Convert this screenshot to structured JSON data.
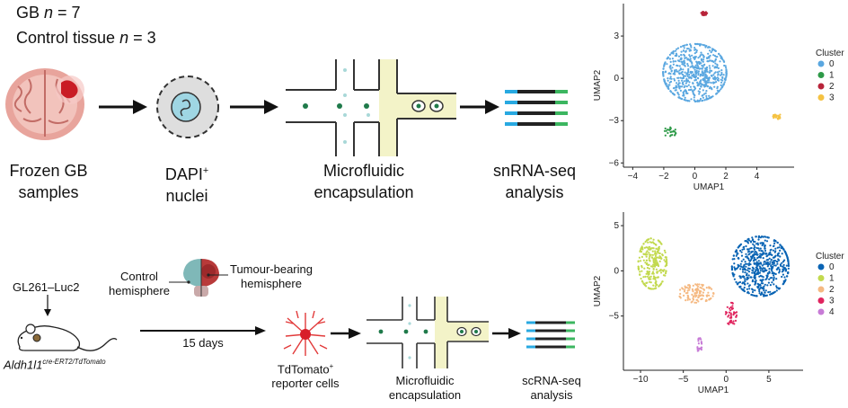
{
  "top_panel": {
    "gb_n": "GB n = 7",
    "gb_n_label": "GB ",
    "gb_n_var": "n",
    "gb_n_value": " = 7",
    "control_label": "Control tissue ",
    "control_var": "n",
    "control_value": " = 3",
    "steps": [
      {
        "label_line1": "Frozen GB",
        "label_line2": "samples"
      },
      {
        "label_line1": "DAPI",
        "label_sup": "+",
        "label_line2": "nuclei"
      },
      {
        "label_line1": "Microfluidic",
        "label_line2": "encapsulation"
      },
      {
        "label_line1": "snRNA-seq",
        "label_line2": "analysis"
      }
    ]
  },
  "bottom_panel": {
    "cell_line": "GL261–Luc2",
    "mouse_line": "Aldh1l1",
    "mouse_line_sup": "cre-ERT2/TdTomato",
    "control_hemi_1": "Control",
    "control_hemi_2": "hemisphere",
    "tumour_hemi_1": "Tumour-bearing",
    "tumour_hemi_2": "hemisphere",
    "duration": "15 days",
    "reporter_1": "TdTomato",
    "reporter_sup": "+",
    "reporter_2": "reporter cells",
    "micro_1": "Microfluidic",
    "micro_2": "encapsulation",
    "scrna_1": "scRNA-seq",
    "scrna_2": "analysis"
  },
  "chart_data": [
    {
      "type": "scatter",
      "xlabel": "UMAP1",
      "ylabel": "UMAP2",
      "xlim": [
        -4.6,
        6.4
      ],
      "ylim": [
        -6.3,
        5.3
      ],
      "xticks": [
        -4,
        -2,
        0,
        2,
        4
      ],
      "yticks": [
        3,
        0,
        -3,
        -6
      ],
      "legend_title": "Cluster",
      "legend_position": "right",
      "series": [
        {
          "name": "0",
          "color": "#5aa7e0",
          "center": [
            0.0,
            0.4
          ],
          "spread": [
            1.6,
            1.6
          ]
        },
        {
          "name": "1",
          "color": "#2e9a48",
          "center": [
            -1.6,
            -3.8
          ],
          "spread": [
            0.3,
            0.3
          ]
        },
        {
          "name": "2",
          "color": "#b8243a",
          "center": [
            0.6,
            4.6
          ],
          "spread": [
            0.15,
            0.1
          ]
        },
        {
          "name": "3",
          "color": "#f5c242",
          "center": [
            5.3,
            -2.7
          ],
          "spread": [
            0.2,
            0.15
          ]
        }
      ]
    },
    {
      "type": "scatter",
      "xlabel": "UMAP1",
      "ylabel": "UMAP2",
      "xlim": [
        -12,
        9
      ],
      "ylim": [
        -11,
        6.5
      ],
      "xticks": [
        -10,
        -5,
        0,
        5
      ],
      "yticks": [
        5,
        0,
        -5
      ],
      "legend_title": "Cluster",
      "legend_position": "right",
      "series": [
        {
          "name": "0",
          "color": "#0a64b4",
          "center": [
            4.0,
            0.5
          ],
          "spread": [
            2.6,
            2.6
          ]
        },
        {
          "name": "1",
          "color": "#c2d94e",
          "center": [
            -8.6,
            0.8
          ],
          "spread": [
            1.3,
            2.2
          ]
        },
        {
          "name": "2",
          "color": "#f5b982",
          "center": [
            -3.5,
            -2.5
          ],
          "spread": [
            1.6,
            0.8
          ]
        },
        {
          "name": "3",
          "color": "#e0245e",
          "center": [
            0.6,
            -4.8
          ],
          "spread": [
            0.5,
            1.0
          ]
        },
        {
          "name": "4",
          "color": "#c77bd6",
          "center": [
            -3.1,
            -8.3
          ],
          "spread": [
            0.2,
            0.7
          ]
        }
      ]
    }
  ]
}
